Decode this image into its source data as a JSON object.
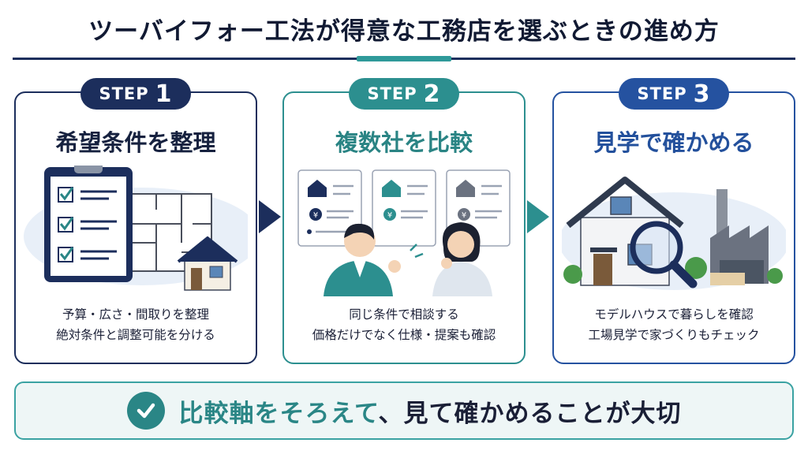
{
  "title": "ツーバイフォー工法が得意な工務店を選ぶときの進め方",
  "steps": [
    {
      "pill_label": "STEP",
      "pill_number": "1",
      "heading": "希望条件を整理",
      "desc_lines": [
        "予算・広さ・間取りを整理",
        "絶対条件と調整可能を分ける"
      ],
      "icons": [
        "checklist-clipboard-icon",
        "floor-plan-icon",
        "house-icon"
      ],
      "color": "#1c2e5c"
    },
    {
      "pill_label": "STEP",
      "pill_number": "2",
      "heading": "複数社を比較",
      "desc_lines": [
        "同じ条件で相談する",
        "価格だけでなく仕様・提案も確認"
      ],
      "icons": [
        "company-card-icon",
        "consultation-people-icon"
      ],
      "color": "#2c8f8f"
    },
    {
      "pill_label": "STEP",
      "pill_number": "3",
      "heading": "見学で確かめる",
      "desc_lines": [
        "モデルハウスで暮らしを確認",
        "工場見学で家づくりもチェック"
      ],
      "icons": [
        "model-house-icon",
        "magnifier-icon",
        "factory-icon"
      ],
      "color": "#2552a0"
    }
  ],
  "summary": {
    "accent_text": "比較軸をそろえて",
    "rest_text": "、見て確かめることが大切",
    "icon": "check-circle-icon"
  }
}
